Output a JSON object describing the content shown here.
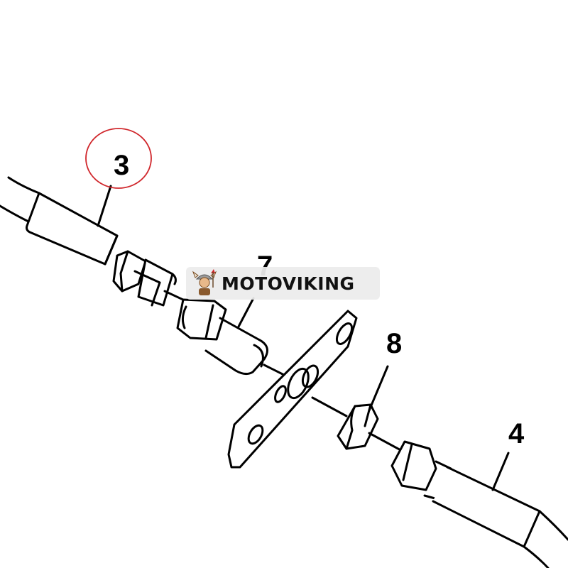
{
  "callouts": {
    "part_3": "3",
    "part_7": "7",
    "part_8": "8",
    "part_4": "4"
  },
  "brand": {
    "name": "MOTOVIKING",
    "logo_icon": "viking-mascot-icon"
  },
  "colors": {
    "line": "#000000",
    "highlight_circle": "#d0262b",
    "badge_background": "#ececec"
  }
}
